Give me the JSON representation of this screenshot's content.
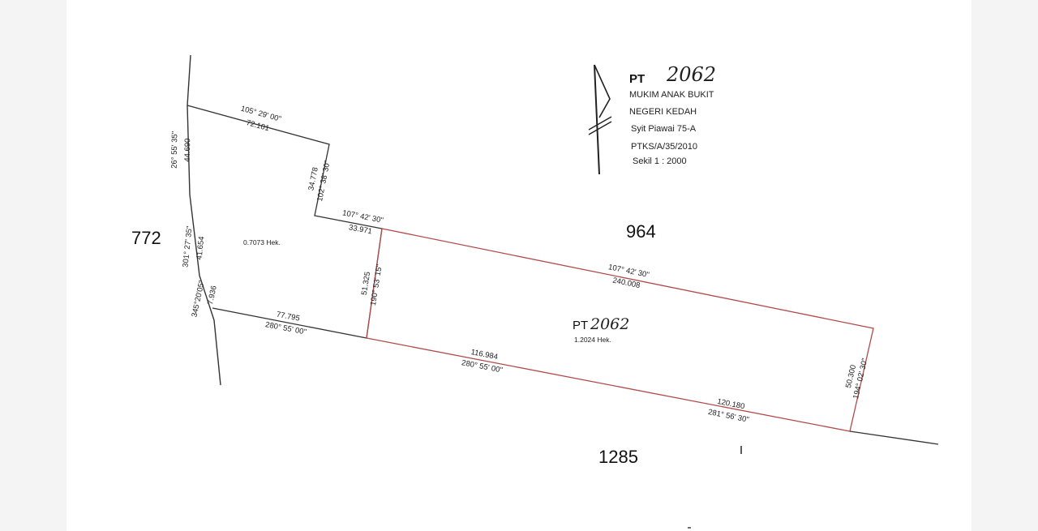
{
  "title_block": {
    "pt_prefix": "PT",
    "pt_number": "2062",
    "mukim": "MUKIM ANAK BUKIT",
    "negeri": "NEGERI KEDAH",
    "syit": "Syit Piawai 75-A",
    "ref": "PTKS/A/35/2010",
    "scale": "Sekil 1 : 2000"
  },
  "lots": {
    "adj_west": "772",
    "adj_north": "964",
    "adj_south": "1285"
  },
  "main_lot": {
    "prefix": "PT",
    "number": "2062",
    "area": "1.2024 Hek."
  },
  "west_parcel": {
    "area": "0.7073 Hek."
  },
  "dimensions": {
    "nw_bearing": "105° 29' 00\"",
    "nw_distance": "72.101",
    "ne_distance": "34.778",
    "ne_bearing": "102° 38' 30\"",
    "mid_bearing": "107° 42' 30\"",
    "mid_distance": "33.971",
    "north_bearing": "107° 42' 30\"",
    "north_distance": "240.008",
    "inner_distance": "51.325",
    "inner_bearing": "190° 53' 15\"",
    "sw_distance": "77.795",
    "sw_bearing": "280° 55' 00\"",
    "south_distance": "116.984",
    "south_bearing": "280° 55' 00\"",
    "se_distance": "120.180",
    "se_bearing": "281° 56' 30\"",
    "east_distance": "50.300",
    "east_bearing": "194° 02' 30\"",
    "w1_distance": "44.690",
    "w1_bearing": "26° 55' 35\"",
    "w2_distance": "41.654",
    "w2_bearing": "301° 27' 35\"",
    "w3_distance": "7.936",
    "w3_bearing": "345°20'05\""
  }
}
